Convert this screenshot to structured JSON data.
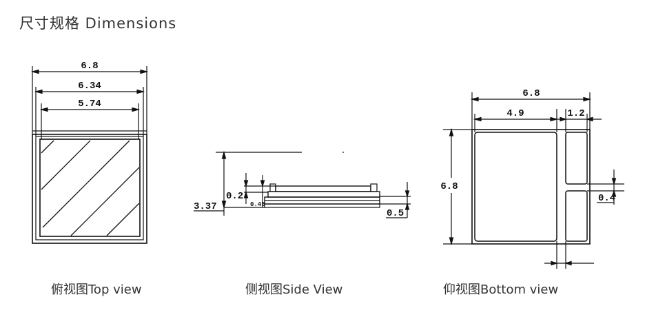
{
  "title": "尺寸规格 Dimensions",
  "captions": {
    "top": "俯视图Top view",
    "side": "侧视图Side View",
    "bottom": "仰视图Bottom view"
  },
  "top_view": {
    "dim_overall": "6.8",
    "dim_inner": "6.34",
    "dim_window": "5.74"
  },
  "side_view": {
    "dim_height": "3.37",
    "dim_step": "0.2",
    "dim_small": "0.45",
    "dim_pad": "0.5"
  },
  "bottom_view": {
    "dim_width": "6.8",
    "dim_big_pad": "4.9",
    "dim_small_pad": "1.2",
    "dim_height": "6.8",
    "dim_gap": "0.4"
  }
}
